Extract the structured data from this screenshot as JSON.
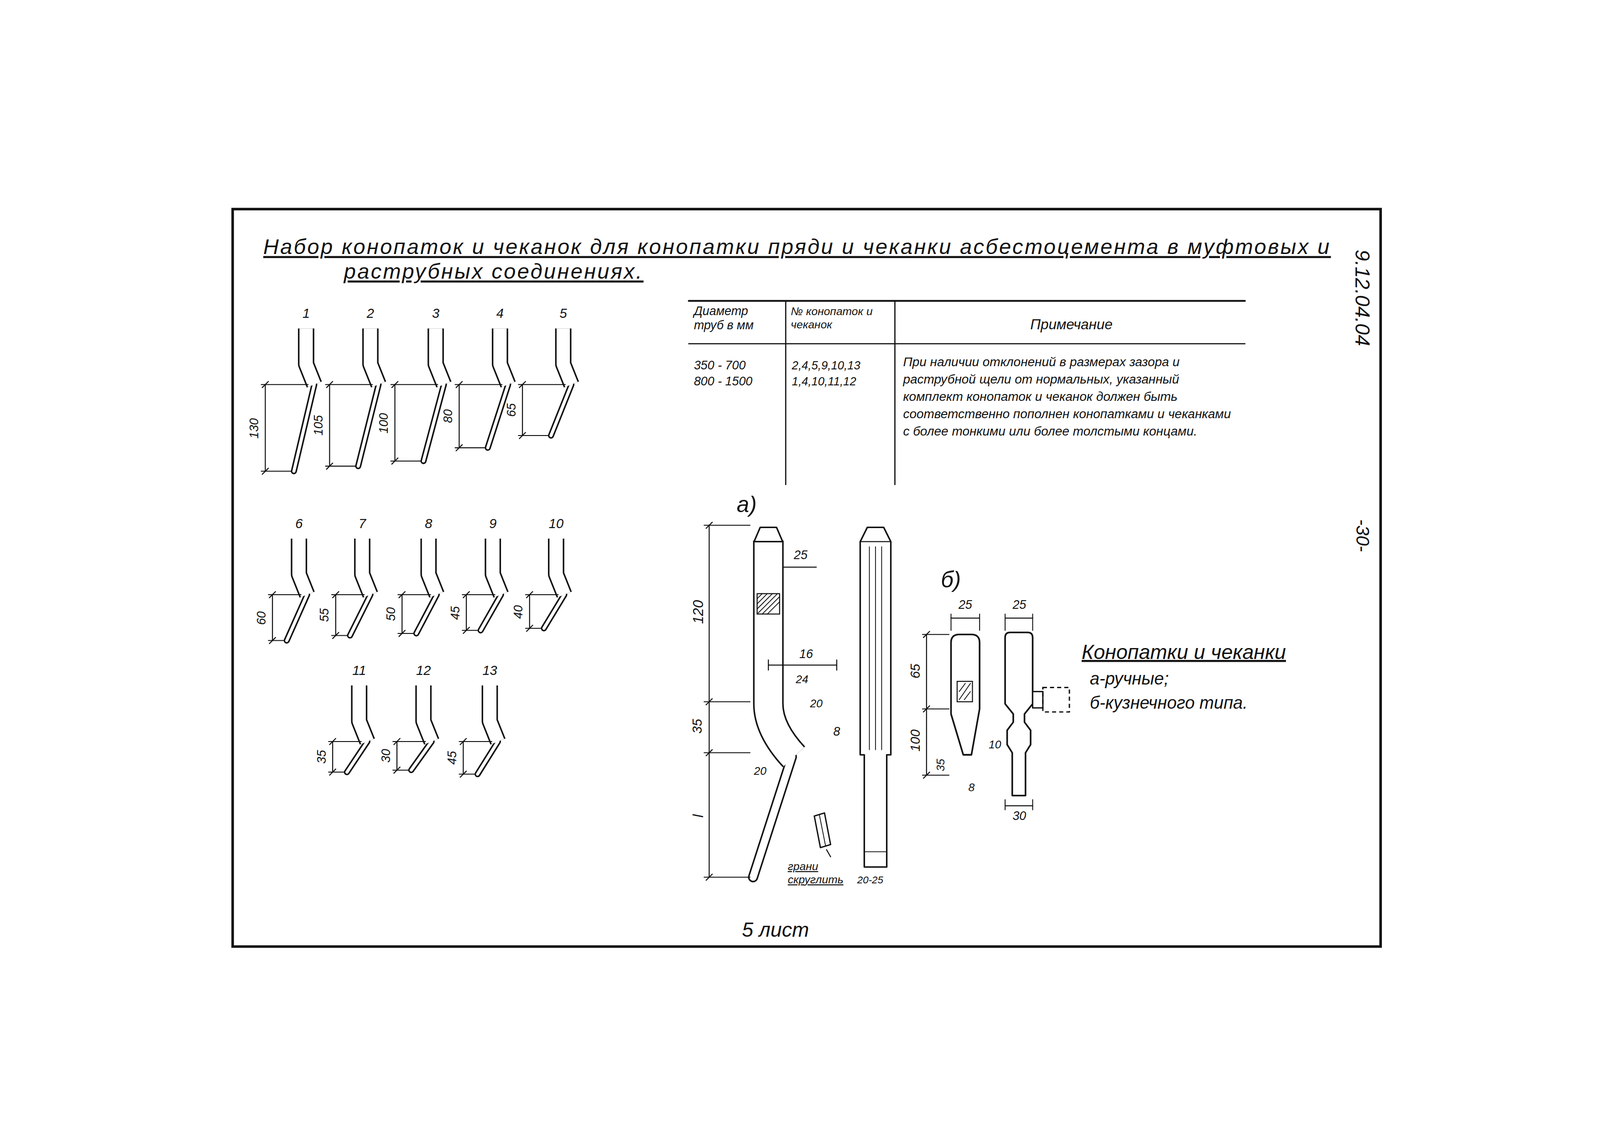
{
  "diagram": {
    "title": "Набор конопаток и чеканок для конопатки пряди и чеканки асбестоцемента в муфтовых и раструбных соединениях.",
    "labels": [
      "9.12.04.04",
      "-30-",
      "Диаметр труб в мм",
      "№ конопаток и чеканок",
      "Примечание",
      "350 - 700",
      "800 - 1500",
      "2,4,5,9,10,13",
      "1,4,10,11,12",
      "При наличии отклонений в размерах зазора и раструбной щели от нормальных, указанный комплект конопаток и чеканок должен быть соответственно пополнен конопатками и чеканками с более тонкими или более толстыми концами.",
      "1",
      "2",
      "3",
      "4",
      "5",
      "6",
      "7",
      "8",
      "9",
      "10",
      "11",
      "12",
      "13",
      "130",
      "105",
      "100",
      "80",
      "65",
      "60",
      "55",
      "50",
      "45",
      "40",
      "35",
      "30",
      "45",
      "а)",
      "25",
      "120",
      "16",
      "24",
      "35",
      "20",
      "8",
      "20",
      "l",
      "грани скруглить",
      "20-25",
      "б)",
      "25",
      "25",
      "65",
      "100",
      "35",
      "10",
      "8",
      "30",
      "Конопатки и чеканки",
      "а-ручные;",
      "б-кузнечного типа.",
      "5 лист"
    ]
  }
}
